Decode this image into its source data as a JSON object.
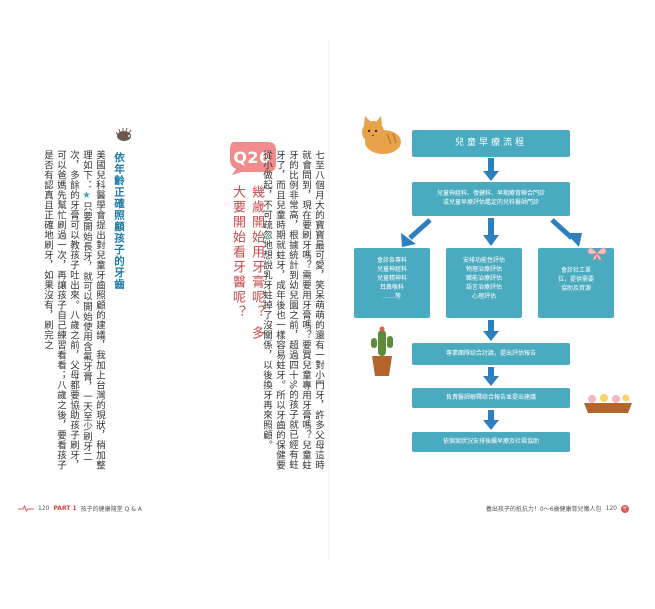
{
  "left_page": {
    "question": {
      "number": "Q26",
      "title": "幾歲開始用牙膏呢？ 多大要開始看牙醫呢？"
    },
    "body_text": "七至八個月大的寶寶最可愛，笑呆萌萌的還有一對小門牙，許多父母這時就會問到，現在要刷牙嗎？需要用牙膏嗎？要買兒童專用牙膏嗎？兒童蛀牙的比例非常高，根據統計到幼兒園之前，超過四十%的孩子就已經有蛀牙了，而且兒童時期就蛀牙，成年後也一樣容易蛀牙。所以牙齒的保健要從小做起，不可疏忽地想說乳牙蛀掉了沒關係，以後換牙再來照顧。",
    "section_heading": "依年齡正確照顧孩子的牙齒",
    "tip_text": "美國兒科醫學會提出對兒童牙齒照顧的建議，我加上台灣的現狀，稍加整理如下：",
    "tip_bullet_star": "★",
    "tip_bullet": "只要開始長牙，就可以開始使用含氟牙膏，一天至少刷牙二次，多餘的牙膏可以教孩子吐出來。八歲之前，父母都要協助孩子刷牙，可以爸媽先幫忙刷過一次，再讓孩子自己練習看看；八歲之後，要看孩子是否有認真且正確地刷牙，如果沒有，刷完之",
    "footer": {
      "page_number": "120",
      "part_label": "PART 1",
      "chapter": "孩子的健康隨堂 Q & A"
    }
  },
  "right_page": {
    "flowchart": {
      "title": "兒童早療流程",
      "step2": [
        "兒童神經科、復健科、早期療育聯合門診",
        "或兒童早療評估鑑定的兒科醫師門診"
      ],
      "medical": [
        "會診各專科",
        "兒童神經科",
        "兒童精神科",
        "耳鼻喉科",
        "……等"
      ],
      "evaluation": [
        "安排功能性評估",
        "物理治療評估",
        "職能治療評估",
        "語言治療評估",
        "心理評估"
      ],
      "social": [
        "會診社工單",
        "位，提供需要",
        "協助及資源"
      ],
      "meeting": "專業團隊綜合討論，提出評估報告",
      "report": "負責醫師解釋綜合報告並提出建議",
      "case": "依個案狀況安排後續早療及社福協助"
    },
    "footer": {
      "book_title": "養出孩子的抵抗力！0～6歲健康育兒懶人包",
      "page_number": "120"
    }
  },
  "colors": {
    "box": "#4aaabf",
    "arrow": "#2f7fbf",
    "accent_red": "#e45b5b",
    "heading_blue": "#1e7aa6"
  }
}
